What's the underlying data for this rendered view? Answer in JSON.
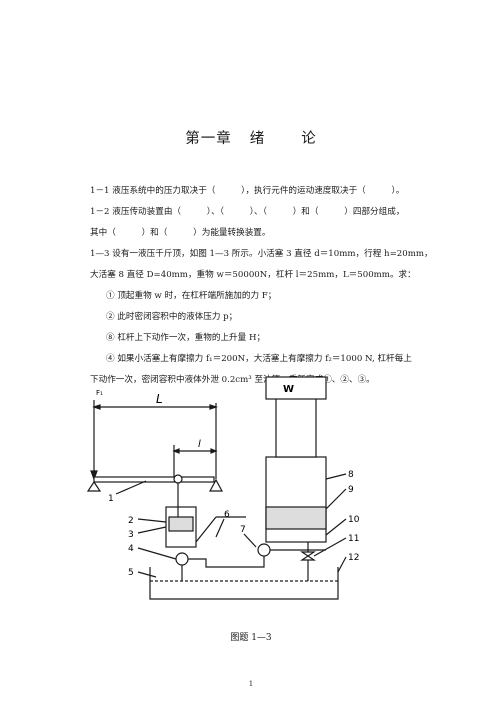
{
  "chapter": {
    "part1": "第一章",
    "part2": "绪",
    "part3": "论"
  },
  "lines": [
    "1－1 液压系统中的压力取决于（　　　），执行元件的运动速度取决于（　　　）。",
    "1－2 液压传动装置由（　　　）、（　　　）、（　　　）和（　　　）四部分组成，",
    "其中（　　　）和（　　　）为能量转换装置。",
    "1—3 设有一液压千斤顶，如图 1—3 所示。小活塞 3 直径 d＝10mm，行程 h=20mm，",
    "大活塞 8 直径 D=40mm，重物 w＝50000N，杠杆 l＝25mm，L＝500mm。求：",
    "① 顶起重物 w 时，在杠杆端所施加的力 F；",
    "② 此时密闭容积中的液体压力 p；",
    "⑧ 杠杆上下动作一次，重物的上升量 H；",
    "④ 如果小活塞上有摩擦力 f₁＝200N，大活塞上有摩擦力 f₂＝1000 N, 杠杆每上",
    "下动作一次，密闭容积中液体外泄 0.2cm³ 至油箱，重新完成①、②、③。"
  ],
  "figure": {
    "label_L": "L",
    "label_l": "l",
    "label_W": "W",
    "label_F": "F₁",
    "part_numbers": [
      "1",
      "2",
      "3",
      "4",
      "5",
      "6",
      "7",
      "8",
      "9",
      "10",
      "11",
      "12"
    ]
  },
  "caption": "图题 1—3",
  "page_number": "1"
}
